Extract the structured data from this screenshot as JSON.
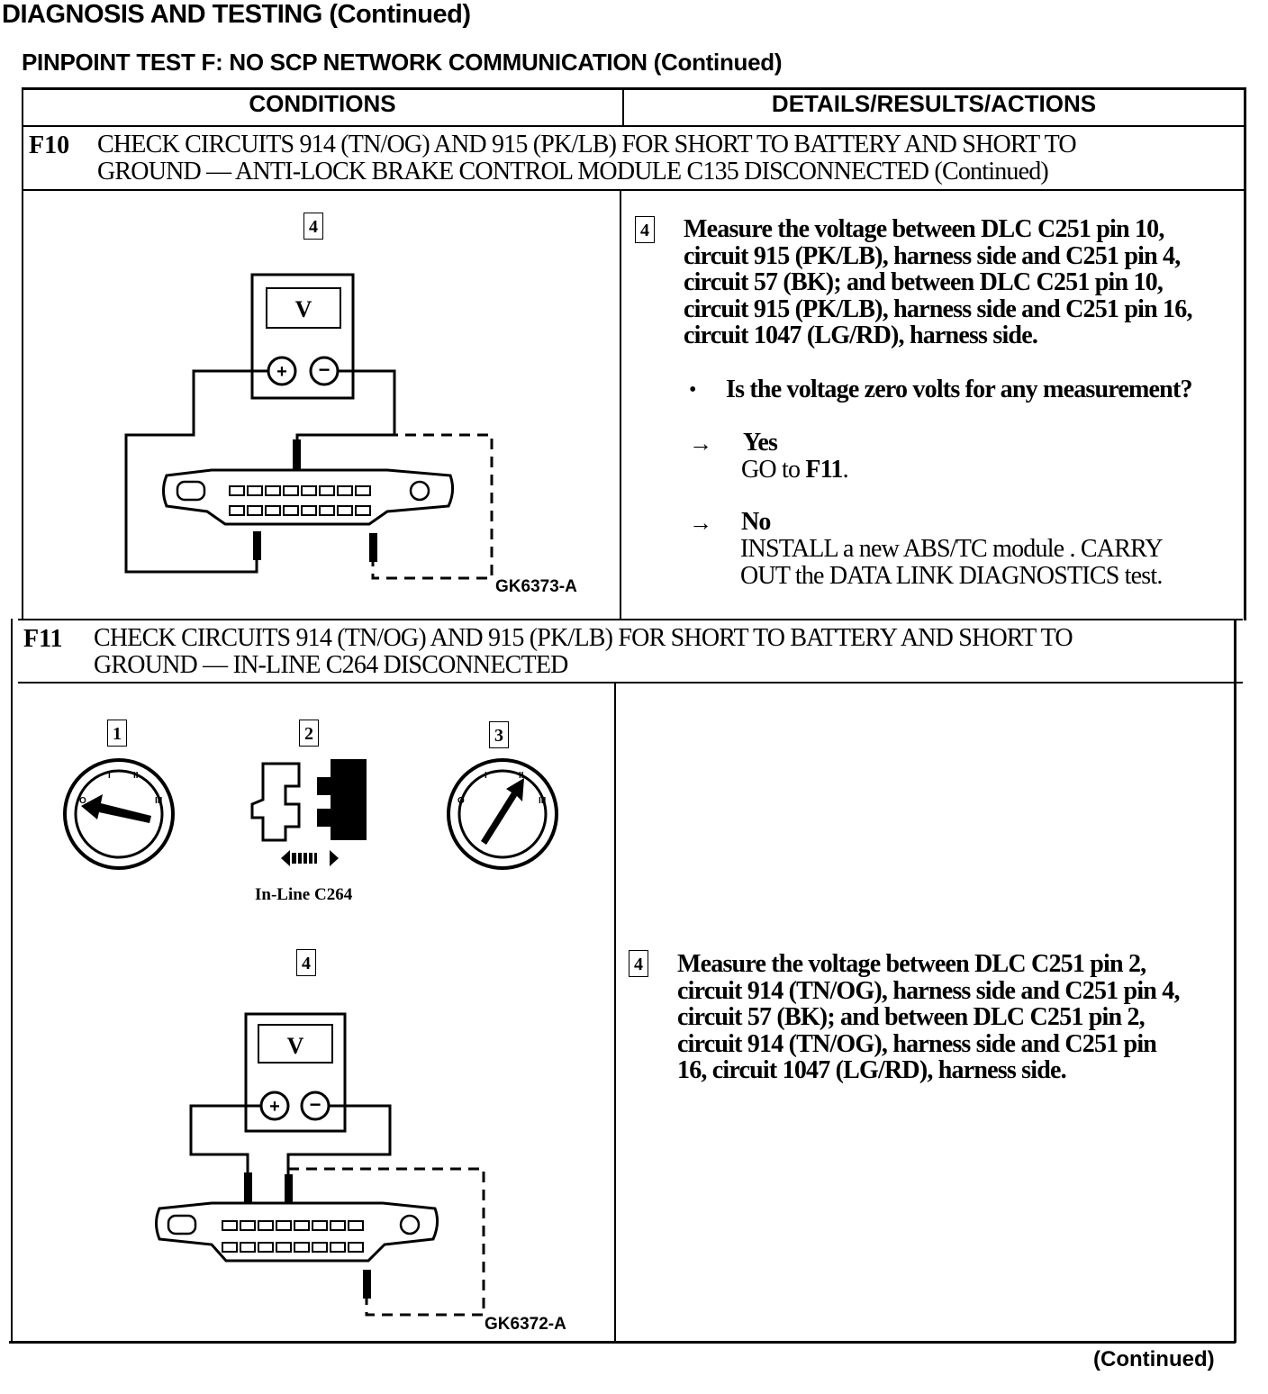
{
  "header": {
    "page_title": "DIAGNOSIS AND TESTING (Continued)",
    "test_title": "PINPOINT TEST F: NO SCP NETWORK COMMUNICATION (Continued)"
  },
  "table": {
    "col_conditions": "CONDITIONS",
    "col_details": "DETAILS/RESULTS/ACTIONS"
  },
  "f10": {
    "id": "F10",
    "heading_line1": "CHECK CIRCUITS 914 (TN/OG) AND 915 (PK/LB) FOR SHORT TO BATTERY AND SHORT TO",
    "heading_line2": "GROUND — ANTI-LOCK BRAKE CONTROL MODULE C135 DISCONNECTED (Continued)",
    "figure_step": "4",
    "figure_id": "GK6373-A",
    "meter_label": "V",
    "detail_step": "4",
    "instruction_lines": [
      "Measure the voltage between DLC C251 pin 10,",
      "circuit 915 (PK/LB), harness side and C251 pin 4,",
      "circuit 57 (BK); and between DLC C251 pin 10,",
      "circuit 915 (PK/LB), harness side and C251 pin 16,",
      "circuit 1047 (LG/RD), harness  side."
    ],
    "bullet": "•",
    "question": "Is the voltage zero volts for any measurement?",
    "arrow": "→",
    "yes_label": "Yes",
    "yes_action_prefix": "GO to ",
    "yes_action_target": "F11",
    "yes_action_suffix": ".",
    "no_label": "No",
    "no_action_line1": "INSTALL a new ABS/TC module . CARRY",
    "no_action_line2": "OUT the DATA LINK DIAGNOSTICS test."
  },
  "f11": {
    "id": "F11",
    "heading_line1": "CHECK CIRCUITS 914 (TN/OG) AND 915 (PK/LB) FOR SHORT TO BATTERY AND SHORT TO",
    "heading_line2": "GROUND — IN-LINE C264 DISCONNECTED",
    "step1": "1",
    "step2": "2",
    "step3": "3",
    "connector_label": "In-Line C264",
    "figure_step": "4",
    "figure_id": "GK6372-A",
    "meter_label": "V",
    "detail_step": "4",
    "instruction_lines": [
      "Measure the voltage between DLC C251 pin 2,",
      "circuit 914 (TN/OG), harness side and C251 pin 4,",
      "circuit 57 (BK); and between DLC C251 pin 2,",
      "circuit 914 (TN/OG), harness side and C251 pin",
      "16, circuit 1047 (LG/RD), harness side."
    ]
  },
  "footer": {
    "continued": "(Continued)"
  }
}
